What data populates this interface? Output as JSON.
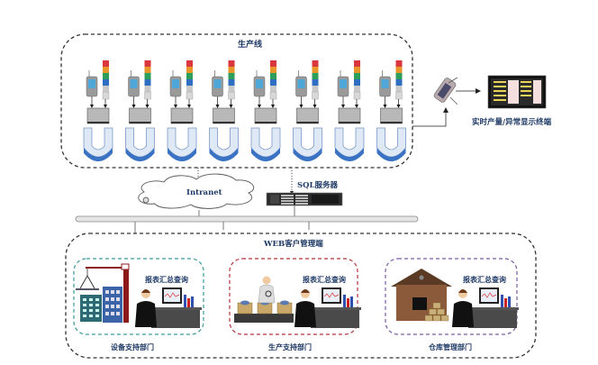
{
  "production_line": {
    "title": "生产线",
    "station_count": 8,
    "stations": [
      {
        "id": 1
      },
      {
        "id": 2
      },
      {
        "id": 3
      },
      {
        "id": 4
      },
      {
        "id": 5
      },
      {
        "id": 6
      },
      {
        "id": 7
      },
      {
        "id": 8
      }
    ],
    "tower_light_colors": [
      "#d9363e",
      "#e8962b",
      "#2e9e5b",
      "#2f6fc2",
      "#c9c9c9"
    ]
  },
  "display_terminal": {
    "label": "实时产量/异常显示终端"
  },
  "network": {
    "intranet_label": "Intranet",
    "server_label": "SQL服务器"
  },
  "web_client": {
    "title": "WEB客户管理端",
    "departments": [
      {
        "name": "设备支持部门",
        "report_label": "报表汇总查询",
        "border_color": "#3a9a9a"
      },
      {
        "name": "生产支持部门",
        "report_label": "报表汇总查询",
        "border_color": "#b5303a"
      },
      {
        "name": "仓库管理部门",
        "report_label": "报表汇总查询",
        "border_color": "#7a5aa0"
      }
    ]
  }
}
